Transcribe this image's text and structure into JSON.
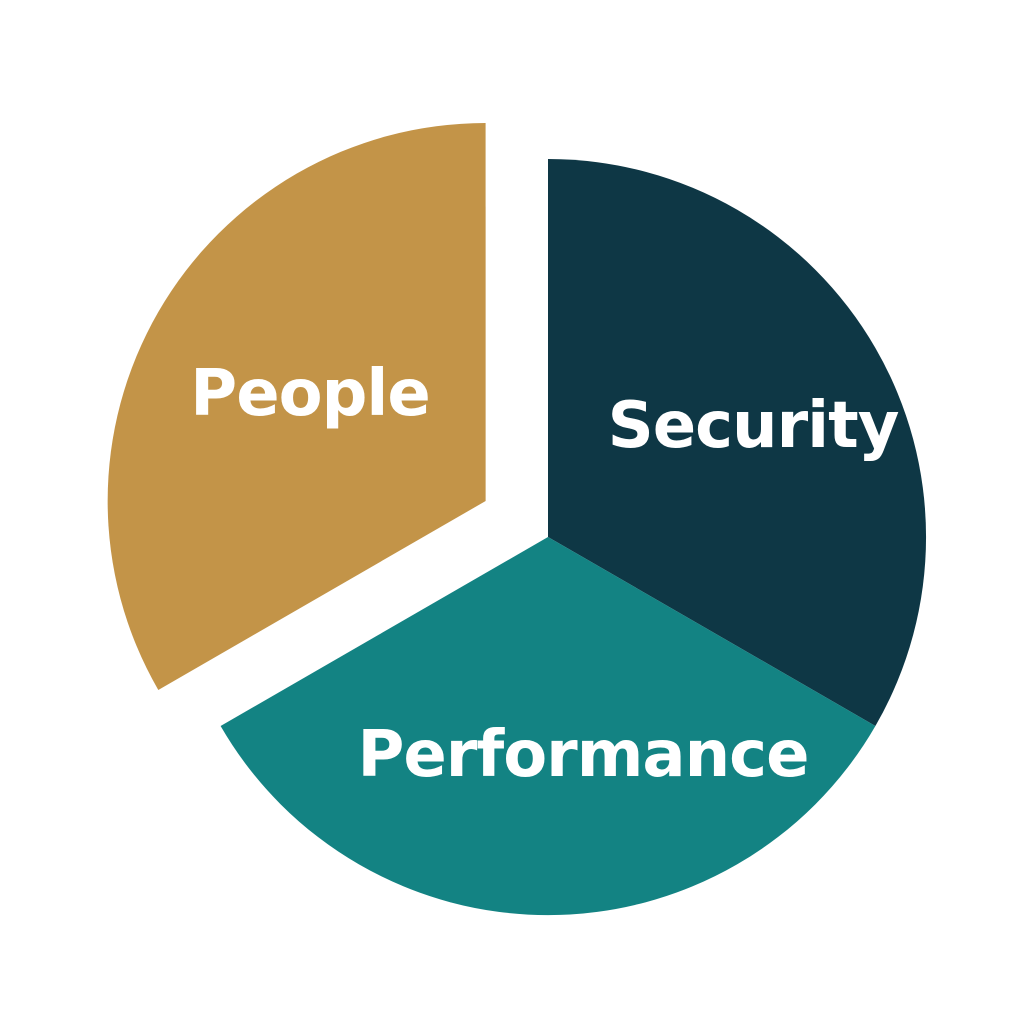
{
  "diagram": {
    "segments": [
      {
        "id": "people",
        "label": "People",
        "color": "#C39448",
        "exploded": true
      },
      {
        "id": "security",
        "label": "Security",
        "color": "#0E3745",
        "exploded": false
      },
      {
        "id": "performance",
        "label": "Performance",
        "color": "#138383",
        "exploded": false
      }
    ]
  }
}
